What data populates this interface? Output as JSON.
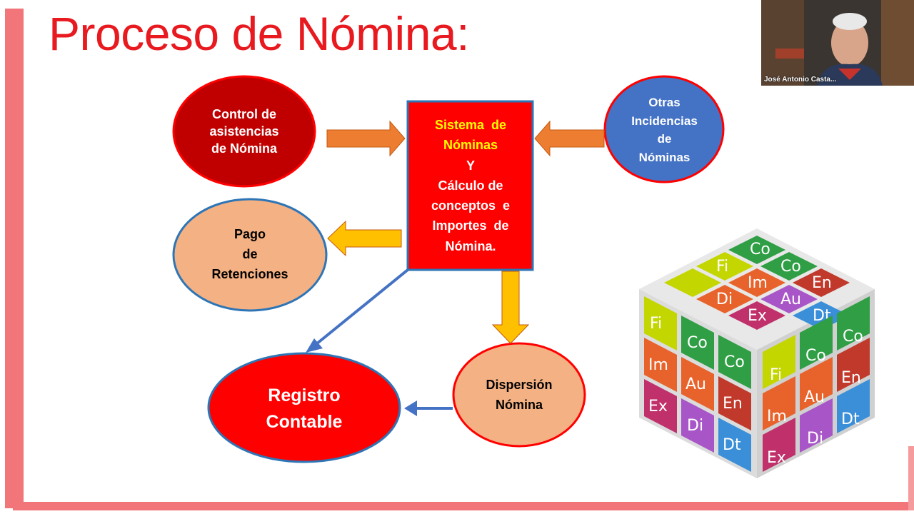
{
  "title": "Proceso de Nómina:",
  "nodes": {
    "control": {
      "lines": [
        "Control de",
        "asistencias",
        "de Nómina"
      ]
    },
    "sistema": {
      "line1": "Sistema  de",
      "line2": "Nóminas",
      "lines": [
        "Y",
        "Cálculo de",
        "conceptos  e",
        "Importes  de",
        "Nómina."
      ]
    },
    "otras": {
      "lines": [
        "Otras",
        "Incidencias",
        "de",
        "Nóminas"
      ]
    },
    "pago": {
      "lines": [
        "Pago",
        "de",
        "Retenciones"
      ]
    },
    "registro": {
      "lines": [
        "Registro",
        "Contable"
      ]
    },
    "dispersion": {
      "lines": [
        "Dispersión",
        "Nómina"
      ]
    }
  },
  "webcam": {
    "name": "José Antonio Casta..."
  },
  "cube_labels": {
    "top": [
      "Co",
      "Fi",
      "Co",
      "En",
      "Im",
      "Au",
      "Dt",
      "Ex",
      "Di"
    ],
    "left": [
      "Fi",
      "Co",
      "Co",
      "Im",
      "Au",
      "En",
      "Ex",
      "Di",
      "Dt"
    ],
    "right": [
      "Fi",
      "Co",
      "Co",
      "Im",
      "Au",
      "En",
      "Ex",
      "Di",
      "Dt"
    ]
  },
  "colors": {
    "title_red": "#e8191f",
    "border_pink": "#f2757a",
    "dark_red": "#c00000",
    "red": "#ff0000",
    "blue_ellipse": "#4472c4",
    "peach": "#f4b183",
    "orange_arrow": "#ed7d31",
    "yellow_arrow": "#ffc000",
    "blue_arrow": "#4472c4",
    "sistema_yellow": "#ffff00"
  }
}
